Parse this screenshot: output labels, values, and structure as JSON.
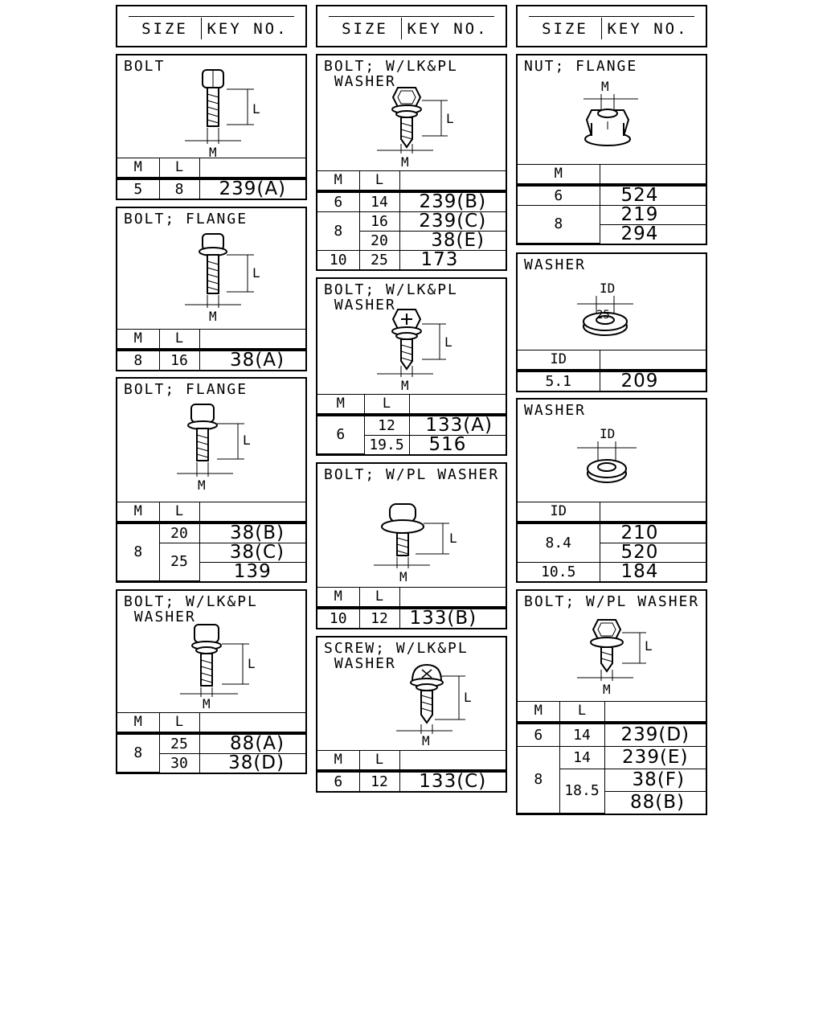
{
  "header": {
    "size_label": "SIZE",
    "key_label": "KEY NO."
  },
  "col_m": "M",
  "col_l": "L",
  "col_id": "ID",
  "dim_m": "M",
  "dim_l": "L",
  "dim_id": "ID",
  "parts": {
    "bolt_a": {
      "title": "BOLT",
      "rows": [
        {
          "m": "5",
          "l": "8",
          "key": "239(A)"
        }
      ]
    },
    "bolt_flange_a": {
      "title": "BOLT; FLANGE",
      "rows": [
        {
          "m": "8",
          "l": "16",
          "key": "38(A)"
        }
      ]
    },
    "bolt_flange_b": {
      "title": "BOLT; FLANGE",
      "m": "8",
      "l1": "20",
      "l2": "25",
      "keys": [
        "38(B)",
        "38(C)",
        "139"
      ]
    },
    "bolt_lkpl_a": {
      "title": "BOLT; W/LK&PL\n WASHER",
      "m": "8",
      "l1": "25",
      "l2": "30",
      "keys": [
        "88(A)",
        "38(D)"
      ]
    },
    "bolt_lkpl_b": {
      "title": "BOLT; W/LK&PL\n WASHER",
      "m6": "6",
      "l6": "14",
      "k6": "239(B)",
      "m8": "8",
      "l8a": "16",
      "k8a": "239(C)",
      "l8b": "20",
      "k8b": "38(E)",
      "m10": "10",
      "l10": "25",
      "k10": "173"
    },
    "bolt_lkpl_c": {
      "title": "BOLT; W/LK&PL\n WASHER",
      "m": "6",
      "l1": "12",
      "k1": "133(A)",
      "l2": "19.5",
      "k2": "516"
    },
    "bolt_pl_a": {
      "title": "BOLT; W/PL WASHER",
      "rows": [
        {
          "m": "10",
          "l": "12",
          "key": "133(B)"
        }
      ]
    },
    "screw_lkpl": {
      "title": "SCREW; W/LK&PL\n WASHER",
      "rows": [
        {
          "m": "6",
          "l": "12",
          "key": "133(C)"
        }
      ]
    },
    "nut_flange": {
      "title": "NUT; FLANGE",
      "m6": "6",
      "k6": "524",
      "m8": "8",
      "k8a": "219",
      "k8b": "294"
    },
    "washer_a": {
      "title": "WASHER",
      "inner": "25",
      "rows": [
        {
          "id": "5.1",
          "key": "209"
        }
      ]
    },
    "washer_b": {
      "title": "WASHER",
      "id1": "8.4",
      "k1": "210",
      "k2": "520",
      "id2": "10.5",
      "k3": "184"
    },
    "bolt_pl_b": {
      "title": "BOLT; W/PL WASHER",
      "m6": "6",
      "l6": "14",
      "k6": "239(D)",
      "m8": "8",
      "l8a": "14",
      "k8a": "239(E)",
      "l8b": "18.5",
      "k8b": "38(F)",
      "k8c": "88(B)"
    }
  }
}
